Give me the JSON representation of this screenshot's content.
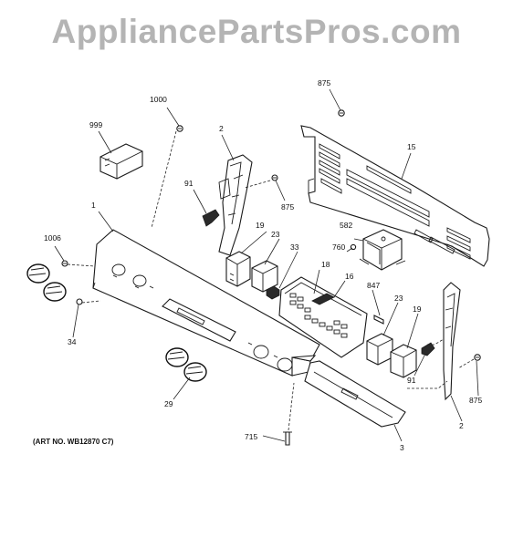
{
  "watermark": "AppliancePartsPros.com",
  "art_number": "(ART NO. WB12870 C7)",
  "callouts": [
    {
      "id": "c-1000",
      "label": "1000"
    },
    {
      "id": "c-875a",
      "label": "875"
    },
    {
      "id": "c-999",
      "label": "999"
    },
    {
      "id": "c-2a",
      "label": "2"
    },
    {
      "id": "c-15",
      "label": "15"
    },
    {
      "id": "c-91a",
      "label": "91"
    },
    {
      "id": "c-875b",
      "label": "875"
    },
    {
      "id": "c-1",
      "label": "1"
    },
    {
      "id": "c-582",
      "label": "582"
    },
    {
      "id": "c-760",
      "label": "760"
    },
    {
      "id": "c-1006",
      "label": "1006"
    },
    {
      "id": "c-19a",
      "label": "19"
    },
    {
      "id": "c-23a",
      "label": "23"
    },
    {
      "id": "c-33",
      "label": "33"
    },
    {
      "id": "c-18",
      "label": "18"
    },
    {
      "id": "c-16",
      "label": "16"
    },
    {
      "id": "c-847",
      "label": "847"
    },
    {
      "id": "c-23b",
      "label": "23"
    },
    {
      "id": "c-19b",
      "label": "19"
    },
    {
      "id": "c-34",
      "label": "34"
    },
    {
      "id": "c-91b",
      "label": "91"
    },
    {
      "id": "c-875c",
      "label": "875"
    },
    {
      "id": "c-29",
      "label": "29"
    },
    {
      "id": "c-2b",
      "label": "2"
    },
    {
      "id": "c-715",
      "label": "715"
    },
    {
      "id": "c-3",
      "label": "3"
    }
  ]
}
